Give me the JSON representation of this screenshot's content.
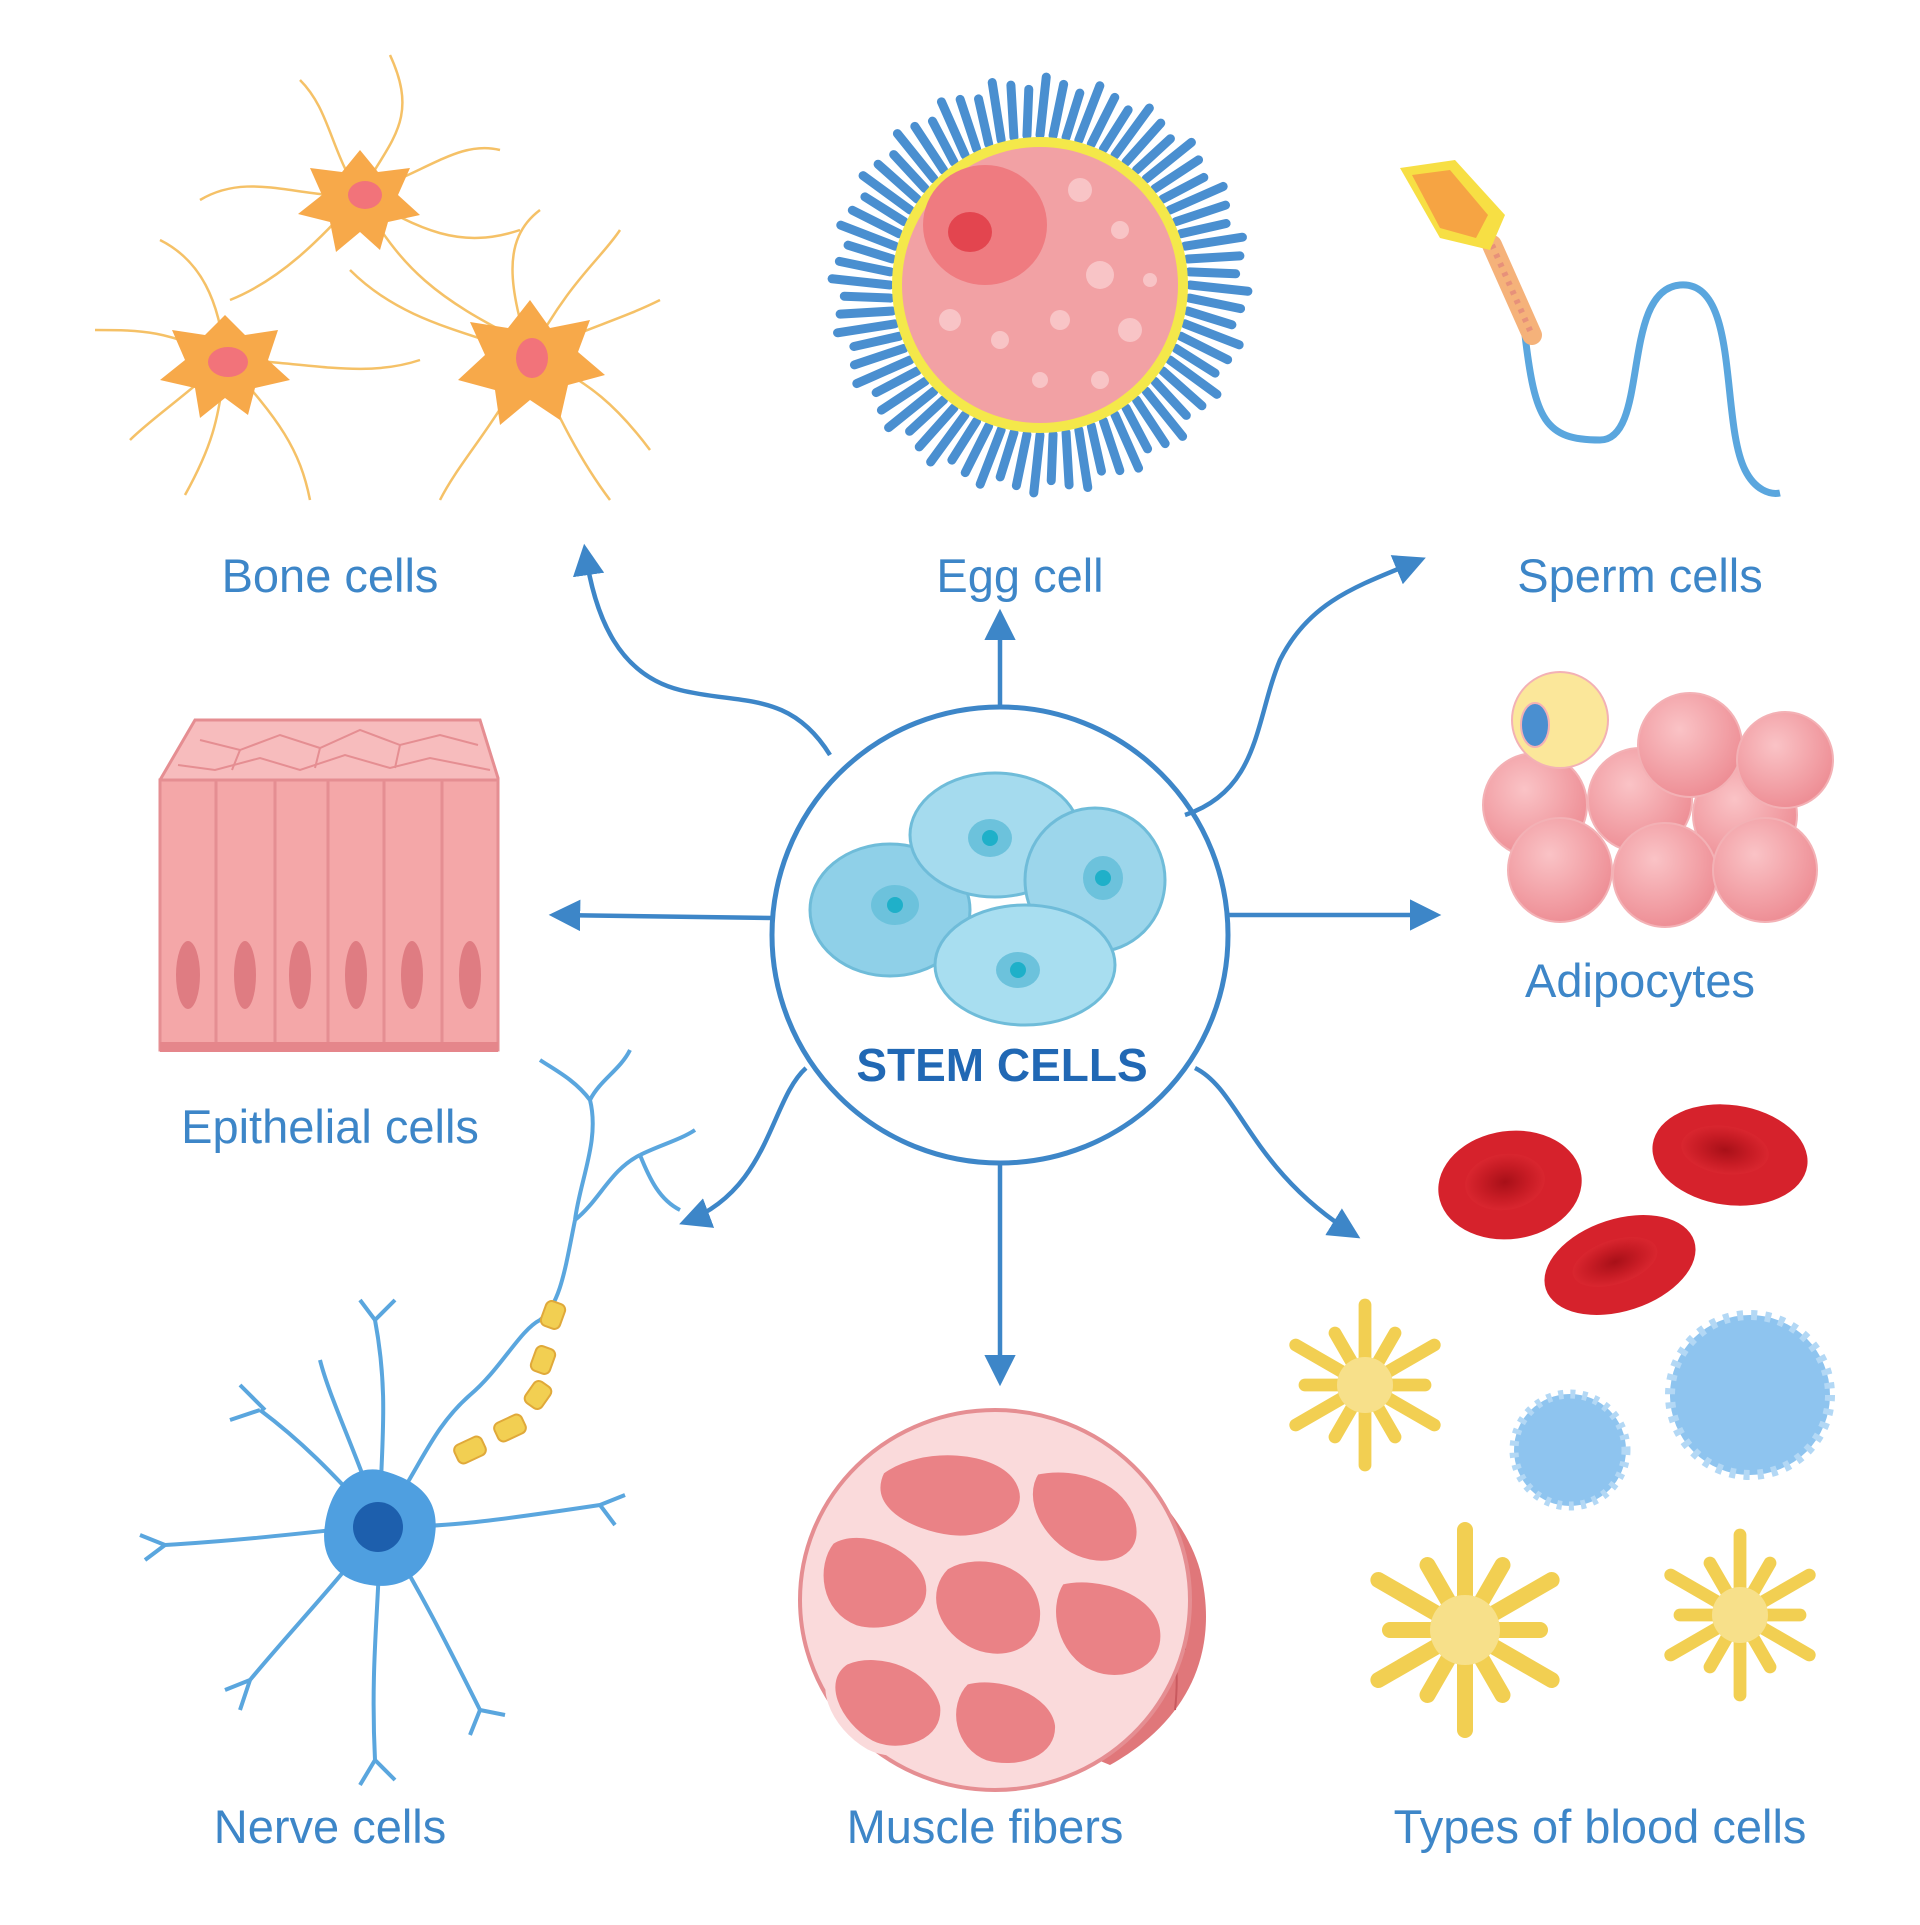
{
  "center": {
    "title": "STEM CELLS"
  },
  "labels": {
    "bone": "Bone cells",
    "egg": "Egg cell",
    "sperm": "Sperm cells",
    "epithelial": "Epithelial cells",
    "adipocytes": "Adipocytes",
    "nerve": "Nerve cells",
    "muscle": "Muscle fibers",
    "blood": "Types of blood  cells"
  },
  "colors": {
    "label": "#3d86c8",
    "arrow": "#3d86c8",
    "bone": "#f7a94a",
    "egg_fringe": "#4a8fd0",
    "egg_body": "#f2a1a4",
    "sperm_head": "#f6a443",
    "epithelial": "#f4a7a8",
    "adipocyte": "#f29aa0",
    "nerve": "#4f9fe0",
    "muscle": "#e9787b",
    "rbc": "#d6222c",
    "platelet": "#f2cf52",
    "wbc": "#8ec4ef"
  }
}
